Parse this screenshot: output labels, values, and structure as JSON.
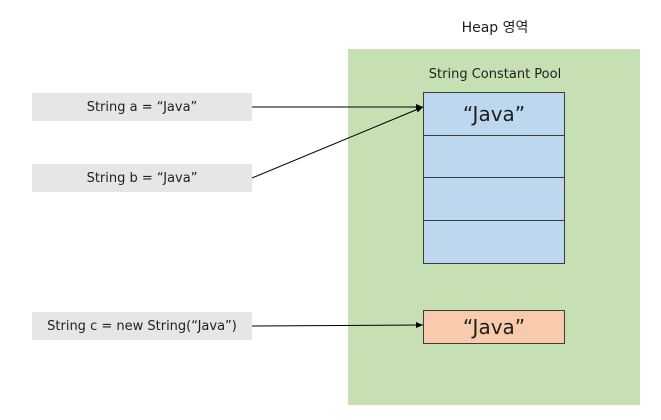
{
  "heap": {
    "title": "Heap 영역",
    "area_color": "#c6e0b4"
  },
  "pool": {
    "title": "String Constant Pool",
    "cell_color": "#bdd7ee",
    "cells": [
      "“Java”",
      "",
      "",
      ""
    ]
  },
  "new_object": {
    "label": "“Java”",
    "color": "#f8cbad"
  },
  "variables": [
    {
      "label": "String a = “Java”",
      "target": "pool-cell-0"
    },
    {
      "label": "String b = “Java”",
      "target": "pool-cell-0"
    },
    {
      "label": "String c = new String(“Java”)",
      "target": "new-object"
    }
  ]
}
